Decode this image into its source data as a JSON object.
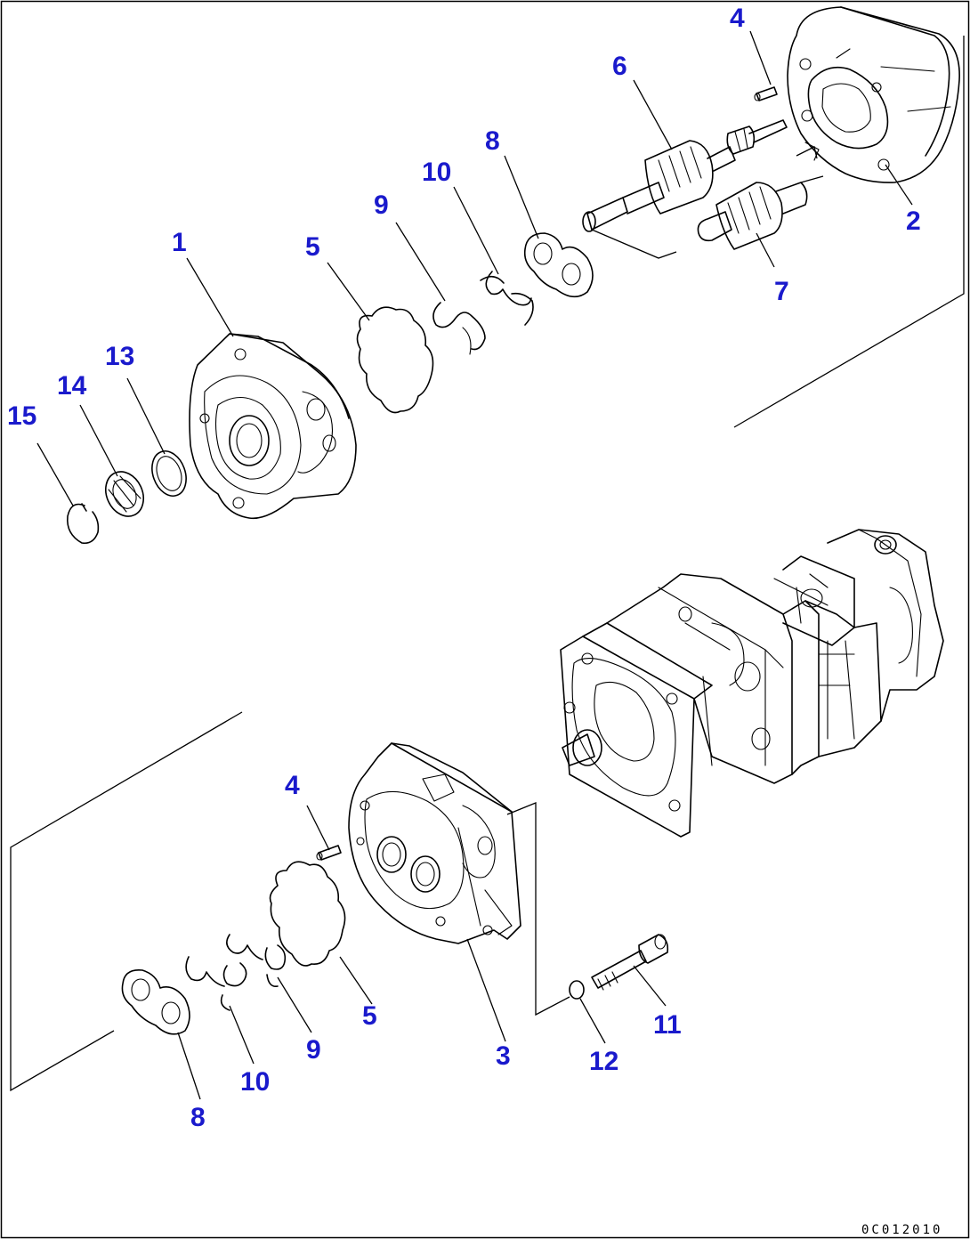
{
  "diagram": {
    "drawing_code": "0C012010",
    "colors": {
      "callout": "#1a1acc",
      "line": "#000000",
      "background": "#ffffff"
    },
    "callouts": [
      {
        "id": "c-4-top",
        "label": "4"
      },
      {
        "id": "c-6",
        "label": "6"
      },
      {
        "id": "c-8-top",
        "label": "8"
      },
      {
        "id": "c-10-top",
        "label": "10"
      },
      {
        "id": "c-9-top",
        "label": "9"
      },
      {
        "id": "c-2",
        "label": "2"
      },
      {
        "id": "c-1",
        "label": "1"
      },
      {
        "id": "c-5-top",
        "label": "5"
      },
      {
        "id": "c-7",
        "label": "7"
      },
      {
        "id": "c-13",
        "label": "13"
      },
      {
        "id": "c-14",
        "label": "14"
      },
      {
        "id": "c-15",
        "label": "15"
      },
      {
        "id": "c-4-bot",
        "label": "4"
      },
      {
        "id": "c-11",
        "label": "11"
      },
      {
        "id": "c-5-bot",
        "label": "5"
      },
      {
        "id": "c-3",
        "label": "3"
      },
      {
        "id": "c-12",
        "label": "12"
      },
      {
        "id": "c-9-bot",
        "label": "9"
      },
      {
        "id": "c-10-bot",
        "label": "10"
      },
      {
        "id": "c-8-bot",
        "label": "8"
      }
    ]
  }
}
